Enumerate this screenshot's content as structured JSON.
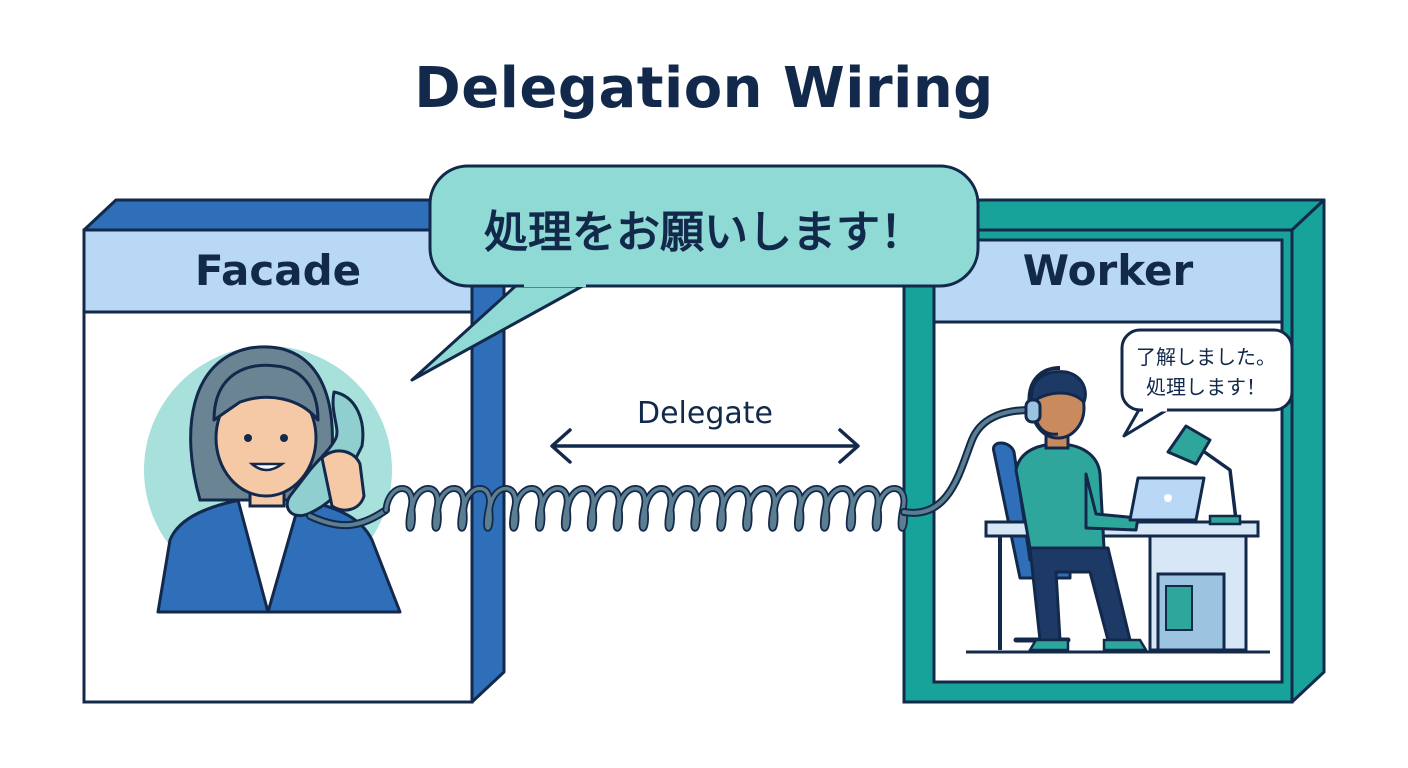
{
  "title": "Delegation Wiring",
  "facade": {
    "label": "Facade"
  },
  "worker": {
    "label": "Worker"
  },
  "speech": {
    "request": "処理をお願いします！",
    "reply": "了解しました。\n処理します！"
  },
  "link": {
    "label": "Delegate"
  },
  "colors": {
    "navy": "#13294b",
    "facade_blue": "#2f6eb8",
    "worker_teal": "#17a39a",
    "header_fill": "#b9d8f5",
    "bubble_fill": "#8fdad4",
    "cord": "#5b7f90"
  }
}
